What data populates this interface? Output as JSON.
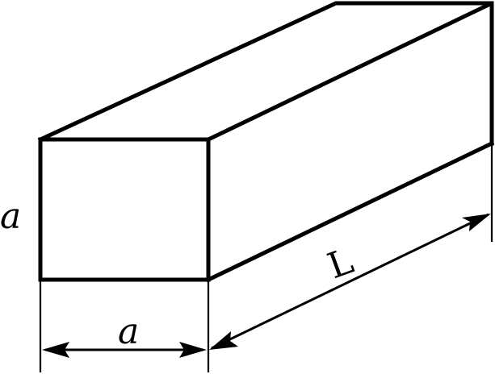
{
  "labels": {
    "side_height": "a",
    "bottom_width": "a",
    "length": "L"
  }
}
